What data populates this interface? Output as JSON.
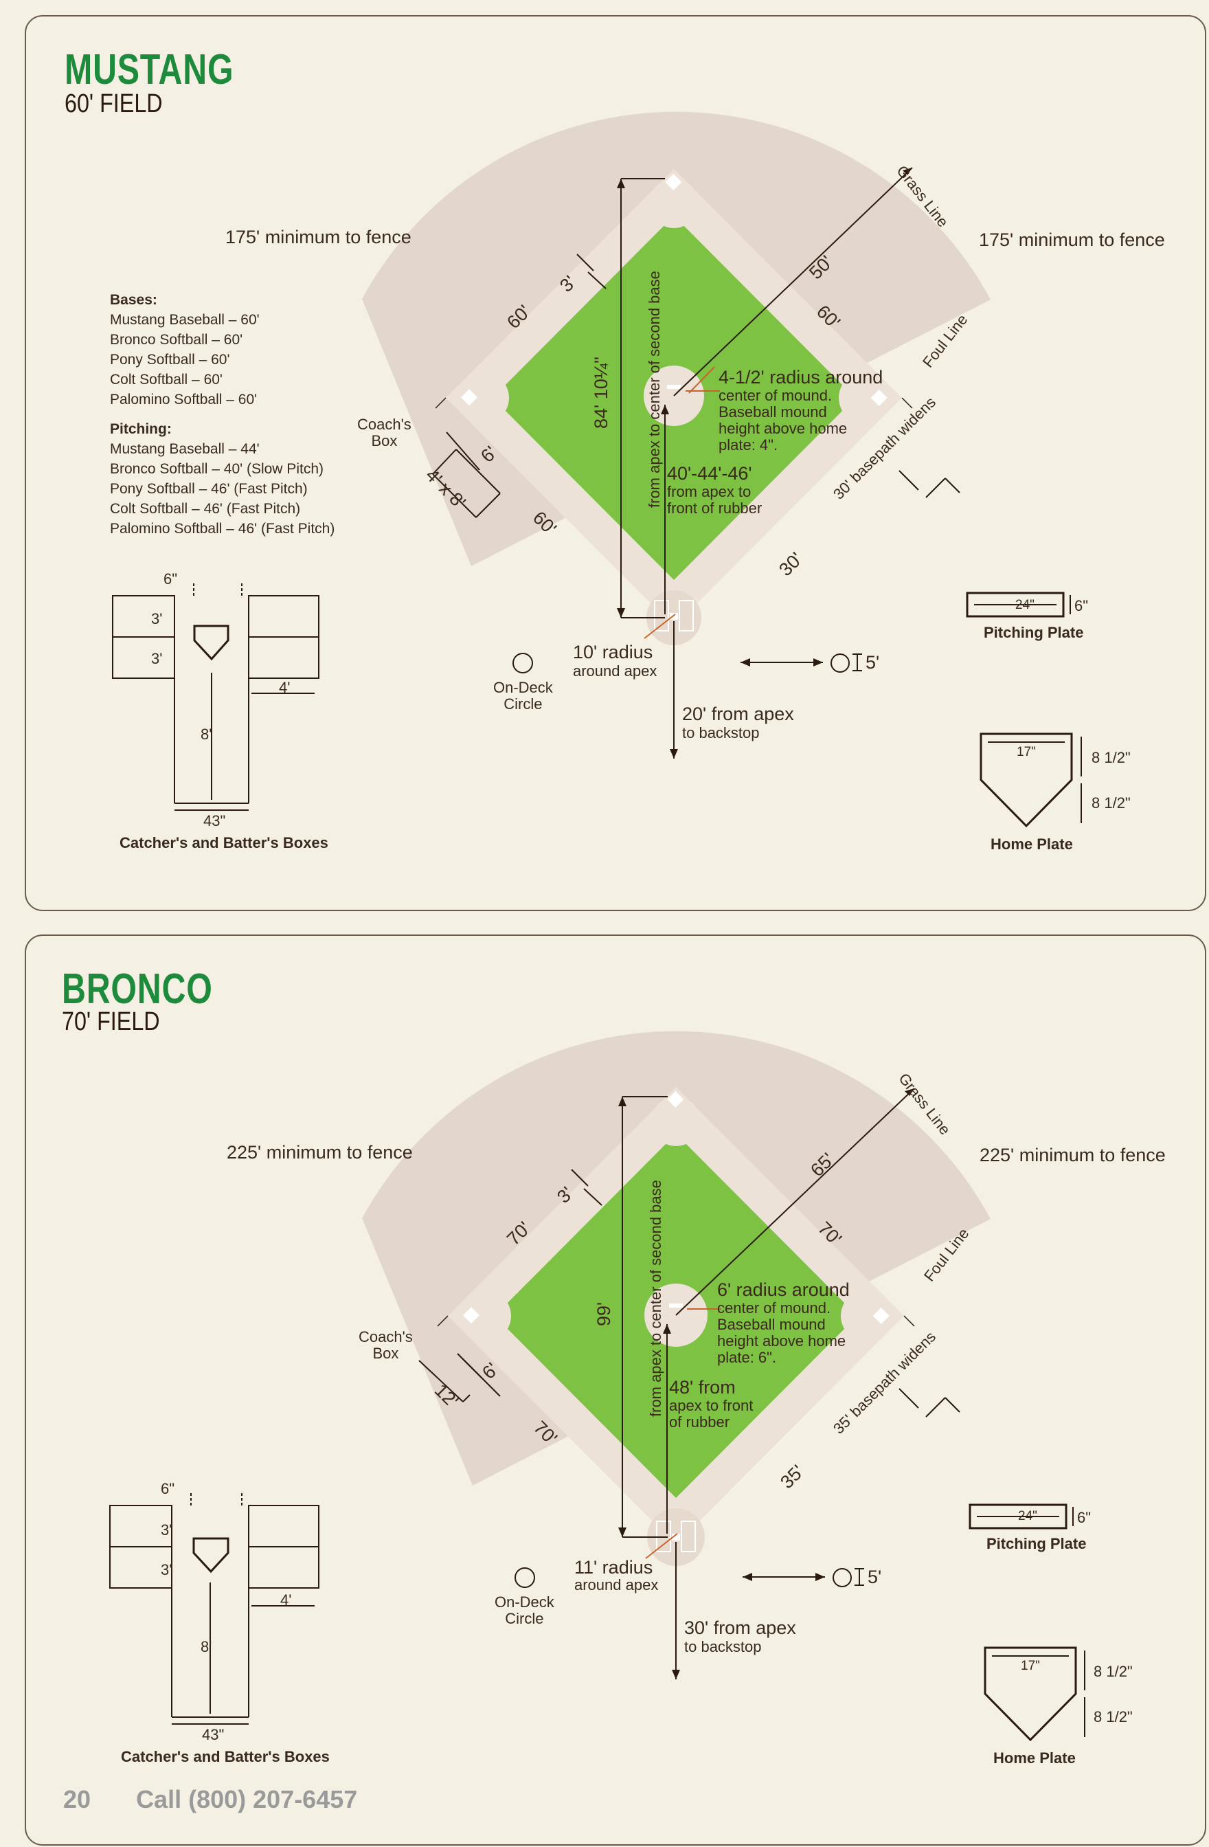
{
  "mustang": {
    "title": "MUSTANG",
    "subtitle": "60' FIELD",
    "fence_left": "175' minimum to fence",
    "fence_right": "175' minimum to fence",
    "grass_line": "Grass Line",
    "foul_line": "Foul Line",
    "base_dist": "60'",
    "basepath_width": "3'",
    "second_base_dist_value": "84' 10¼\"",
    "second_base_dist_note": "from apex to center of second base",
    "grass_radius": "50'",
    "mound_radius": "4-1/2' radius around",
    "mound_note": [
      "center of mound.",
      "Baseball mound",
      "height above home",
      "plate: 4\"."
    ],
    "pitching_dist": "40'-44'-46'",
    "pitching_note": [
      "from apex to",
      "front of rubber"
    ],
    "basepath_widens": "30' basepath widens",
    "basepath_30": "30'",
    "coach_box": [
      "Coach's",
      "Box"
    ],
    "coach_dist": "6'",
    "coach_size": "4' x 8'",
    "apex_radius": "10' radius",
    "apex_radius_note": "around apex",
    "on_deck": [
      "On-Deck",
      "Circle"
    ],
    "on_deck_size": "5'",
    "backstop": "20' from apex",
    "backstop_note": "to backstop",
    "bases_heading": "Bases:",
    "bases": [
      "Mustang Baseball – 60'",
      "Bronco Softball – 60'",
      "Pony Softball – 60'",
      "Colt Softball – 60'",
      "Palomino Softball – 60'"
    ],
    "pitching_heading": "Pitching:",
    "pitching": [
      "Mustang Baseball – 44'",
      "Bronco Softball – 40' (Slow Pitch)",
      "Pony Softball – 46' (Fast Pitch)",
      "Colt Softball – 46' (Fast Pitch)",
      "Palomino Softball – 46' (Fast Pitch)"
    ],
    "boxes": {
      "d6": "6\"",
      "d3a": "3'",
      "d3b": "3'",
      "d4": "4'",
      "d8": "8'",
      "d43": "43\"",
      "caption": "Catcher's and Batter's Boxes"
    },
    "pitching_plate": {
      "width": "24\"",
      "height": "6\"",
      "caption": "Pitching Plate"
    },
    "home_plate": {
      "width": "17\"",
      "h1": "8 1/2\"",
      "h2": "8 1/2\"",
      "caption": "Home Plate"
    }
  },
  "bronco": {
    "title": "BRONCO",
    "subtitle": "70' FIELD",
    "fence_left": "225' minimum to fence",
    "fence_right": "225' minimum to fence",
    "grass_line": "Grass Line",
    "foul_line": "Foul Line",
    "base_dist": "70'",
    "basepath_width": "3'",
    "second_base_dist_value": "99'",
    "second_base_dist_note": "from apex to center of second base",
    "grass_radius": "65'",
    "mound_radius": "6' radius around",
    "mound_note": [
      "center of mound.",
      "Baseball mound",
      "height above home",
      "plate: 6\"."
    ],
    "pitching_dist": "48' from",
    "pitching_note": [
      "apex to front",
      "of rubber"
    ],
    "basepath_widens": "35' basepath widens",
    "basepath_30": "35'",
    "coach_box": [
      "Coach's",
      "Box"
    ],
    "coach_dist": "6'",
    "coach_size": "12'",
    "apex_radius": "11' radius",
    "apex_radius_note": "around apex",
    "on_deck": [
      "On-Deck",
      "Circle"
    ],
    "on_deck_size": "5'",
    "backstop": "30' from apex",
    "backstop_note": "to backstop",
    "boxes": {
      "d6": "6\"",
      "d3a": "3'",
      "d3b": "3'",
      "d4": "4'",
      "d8": "8'",
      "d43": "43\"",
      "caption": "Catcher's and Batter's Boxes"
    },
    "pitching_plate": {
      "width": "24\"",
      "height": "6\"",
      "caption": "Pitching Plate"
    },
    "home_plate": {
      "width": "17\"",
      "h1": "8 1/2\"",
      "h2": "8 1/2\"",
      "caption": "Home Plate"
    }
  },
  "footer": {
    "page": "20",
    "phone": "Call (800) 207-6457"
  },
  "colors": {
    "dirt": "#e3d6cc",
    "grass": "#7dc242",
    "title_green": "#1e8a3c",
    "line": "#2a1a10",
    "arrow_orange": "#c8642a"
  }
}
